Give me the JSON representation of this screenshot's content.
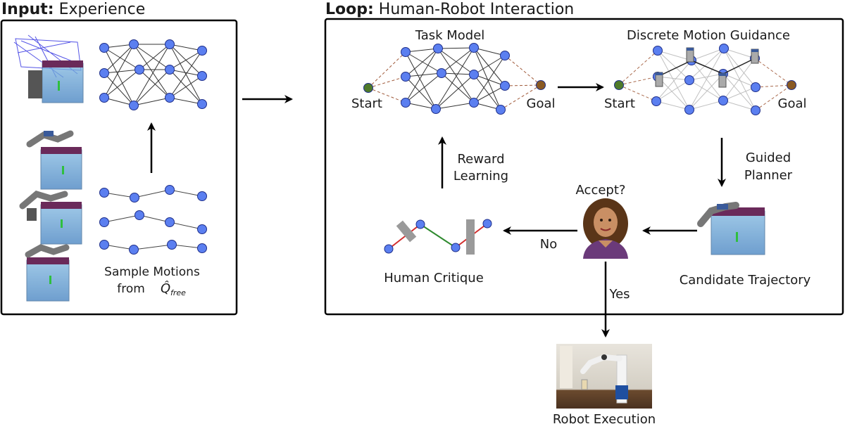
{
  "input_panel": {
    "title_bold": "Input:",
    "title_rest": " Experience",
    "sample_label_line1": "Sample Motions",
    "sample_label_line2": "from",
    "sample_label_math": "Q̂",
    "sample_label_sub": "free"
  },
  "loop_panel": {
    "title_bold": "Loop:",
    "title_rest": " Human-Robot Interaction",
    "task_model": "Task Model",
    "discrete_motion_guidance": "Discrete Motion Guidance",
    "start_1": "Start",
    "goal_1": "Goal",
    "start_2": "Start",
    "goal_2": "Goal",
    "guided_planner_line1": "Guided",
    "guided_planner_line2": "Planner",
    "reward_learning_line1": "Reward",
    "reward_learning_line2": "Learning",
    "accept": "Accept?",
    "no": "No",
    "yes": "Yes",
    "candidate_trajectory": "Candidate Trajectory",
    "human_critique": "Human Critique"
  },
  "robot_execution": "Robot Execution",
  "colors": {
    "node_blue": "#5b7ff0",
    "node_stroke": "#1f2f8a",
    "start_green": "#4f7a2a",
    "goal_brown": "#8a5a23",
    "critique_red": "#d22c2c",
    "critique_green": "#2f8a2f",
    "critique_gray": "#9a9a9a"
  }
}
